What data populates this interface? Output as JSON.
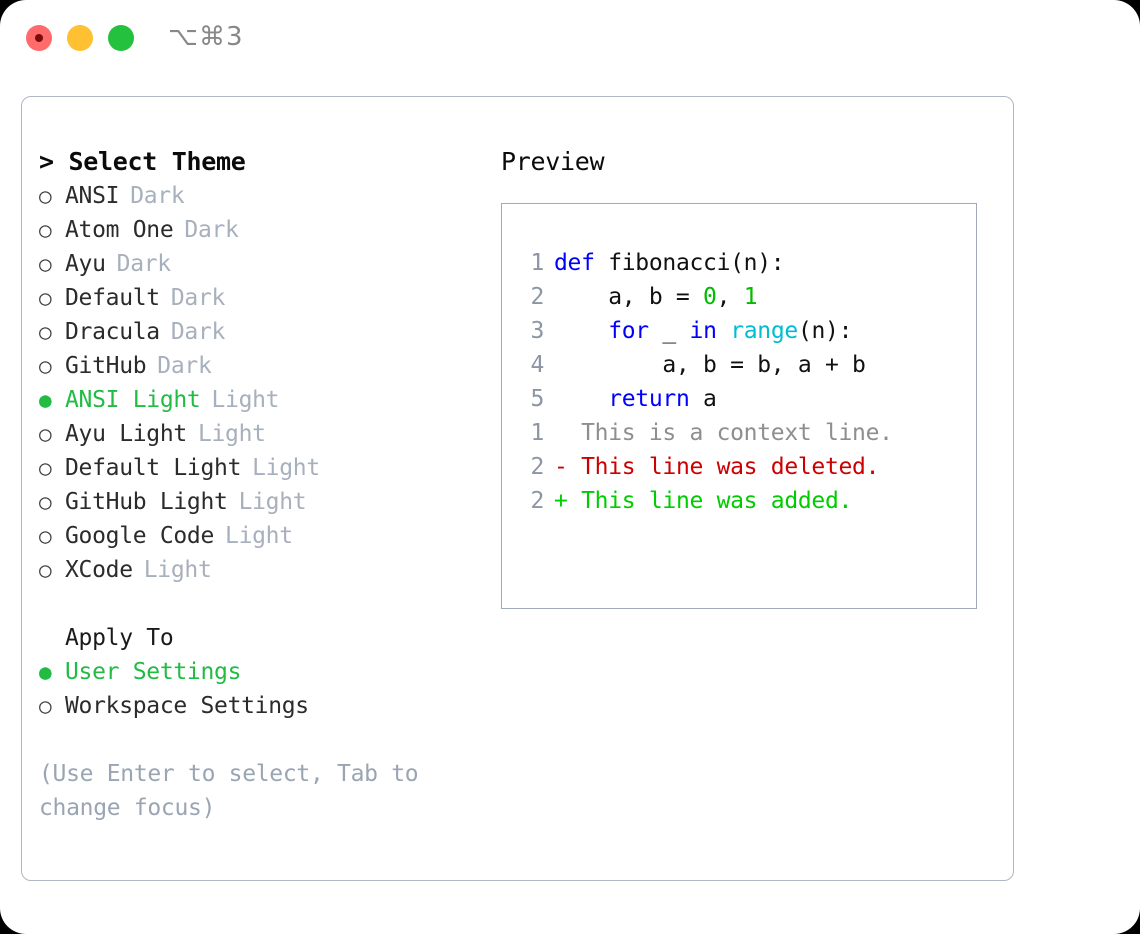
{
  "titlebar": {
    "dots": [
      {
        "name": "close",
        "color": "#ff6b6b"
      },
      {
        "name": "minimize",
        "color": "#ffc132"
      },
      {
        "name": "maximize",
        "color": "#24c13f"
      }
    ],
    "shortcut": "⌥⌘3"
  },
  "left": {
    "select_theme_header": "> Select Theme",
    "themes": [
      {
        "bullet": "○",
        "name": "ANSI",
        "variant": "Dark",
        "selected": false
      },
      {
        "bullet": "○",
        "name": "Atom One",
        "variant": "Dark",
        "selected": false
      },
      {
        "bullet": "○",
        "name": "Ayu",
        "variant": "Dark",
        "selected": false
      },
      {
        "bullet": "○",
        "name": "Default",
        "variant": "Dark",
        "selected": false
      },
      {
        "bullet": "○",
        "name": "Dracula",
        "variant": "Dark",
        "selected": false
      },
      {
        "bullet": "○",
        "name": "GitHub",
        "variant": "Dark",
        "selected": false
      },
      {
        "bullet": "●",
        "name": "ANSI Light",
        "variant": "Light",
        "selected": true
      },
      {
        "bullet": "○",
        "name": "Ayu Light",
        "variant": "Light",
        "selected": false
      },
      {
        "bullet": "○",
        "name": "Default Light",
        "variant": "Light",
        "selected": false
      },
      {
        "bullet": "○",
        "name": "GitHub Light",
        "variant": "Light",
        "selected": false
      },
      {
        "bullet": "○",
        "name": "Google Code",
        "variant": "Light",
        "selected": false
      },
      {
        "bullet": "○",
        "name": "XCode",
        "variant": "Light",
        "selected": false
      }
    ],
    "apply_to_header": "Apply To",
    "apply_to_options": [
      {
        "bullet": "●",
        "label": "User Settings",
        "selected": true
      },
      {
        "bullet": "○",
        "label": "Workspace Settings",
        "selected": false
      }
    ],
    "hint": "(Use Enter to select, Tab to change focus)"
  },
  "right": {
    "preview_header": "Preview",
    "code": [
      {
        "ln": "1",
        "parts": [
          {
            "t": "def",
            "c": "kw"
          },
          {
            "t": " fibonacci(n):",
            "c": ""
          }
        ]
      },
      {
        "ln": "2",
        "parts": [
          {
            "t": "    a, b = ",
            "c": ""
          },
          {
            "t": "0",
            "c": "num"
          },
          {
            "t": ", ",
            "c": ""
          },
          {
            "t": "1",
            "c": "num"
          }
        ]
      },
      {
        "ln": "3",
        "parts": [
          {
            "t": "    ",
            "c": ""
          },
          {
            "t": "for",
            "c": "kw"
          },
          {
            "t": " _ ",
            "c": ""
          },
          {
            "t": "in",
            "c": "kw"
          },
          {
            "t": " ",
            "c": ""
          },
          {
            "t": "range",
            "c": "fn"
          },
          {
            "t": "(n):",
            "c": ""
          }
        ]
      },
      {
        "ln": "4",
        "parts": [
          {
            "t": "        a, b = b, a + b",
            "c": ""
          }
        ]
      },
      {
        "ln": "5",
        "parts": [
          {
            "t": "    ",
            "c": ""
          },
          {
            "t": "return",
            "c": "kw"
          },
          {
            "t": " a",
            "c": ""
          }
        ]
      }
    ],
    "diff": [
      {
        "ln": "1",
        "marker": " ",
        "text": " This is a context line.",
        "kind": "ctx"
      },
      {
        "ln": "2",
        "marker": "-",
        "text": " This line was deleted.",
        "kind": "del"
      },
      {
        "ln": "2",
        "marker": "+",
        "text": " This line was added.",
        "kind": "add"
      }
    ]
  },
  "colors": {
    "accent_green": "#22bb44",
    "muted": "#a7b0bd",
    "border": "#9fabbb",
    "keyword_blue": "#0000ff",
    "function_cyan": "#00bcd4",
    "number_green": "#00bb00",
    "diff_delete_red": "#cc0000",
    "diff_add_green": "#00cc00"
  }
}
